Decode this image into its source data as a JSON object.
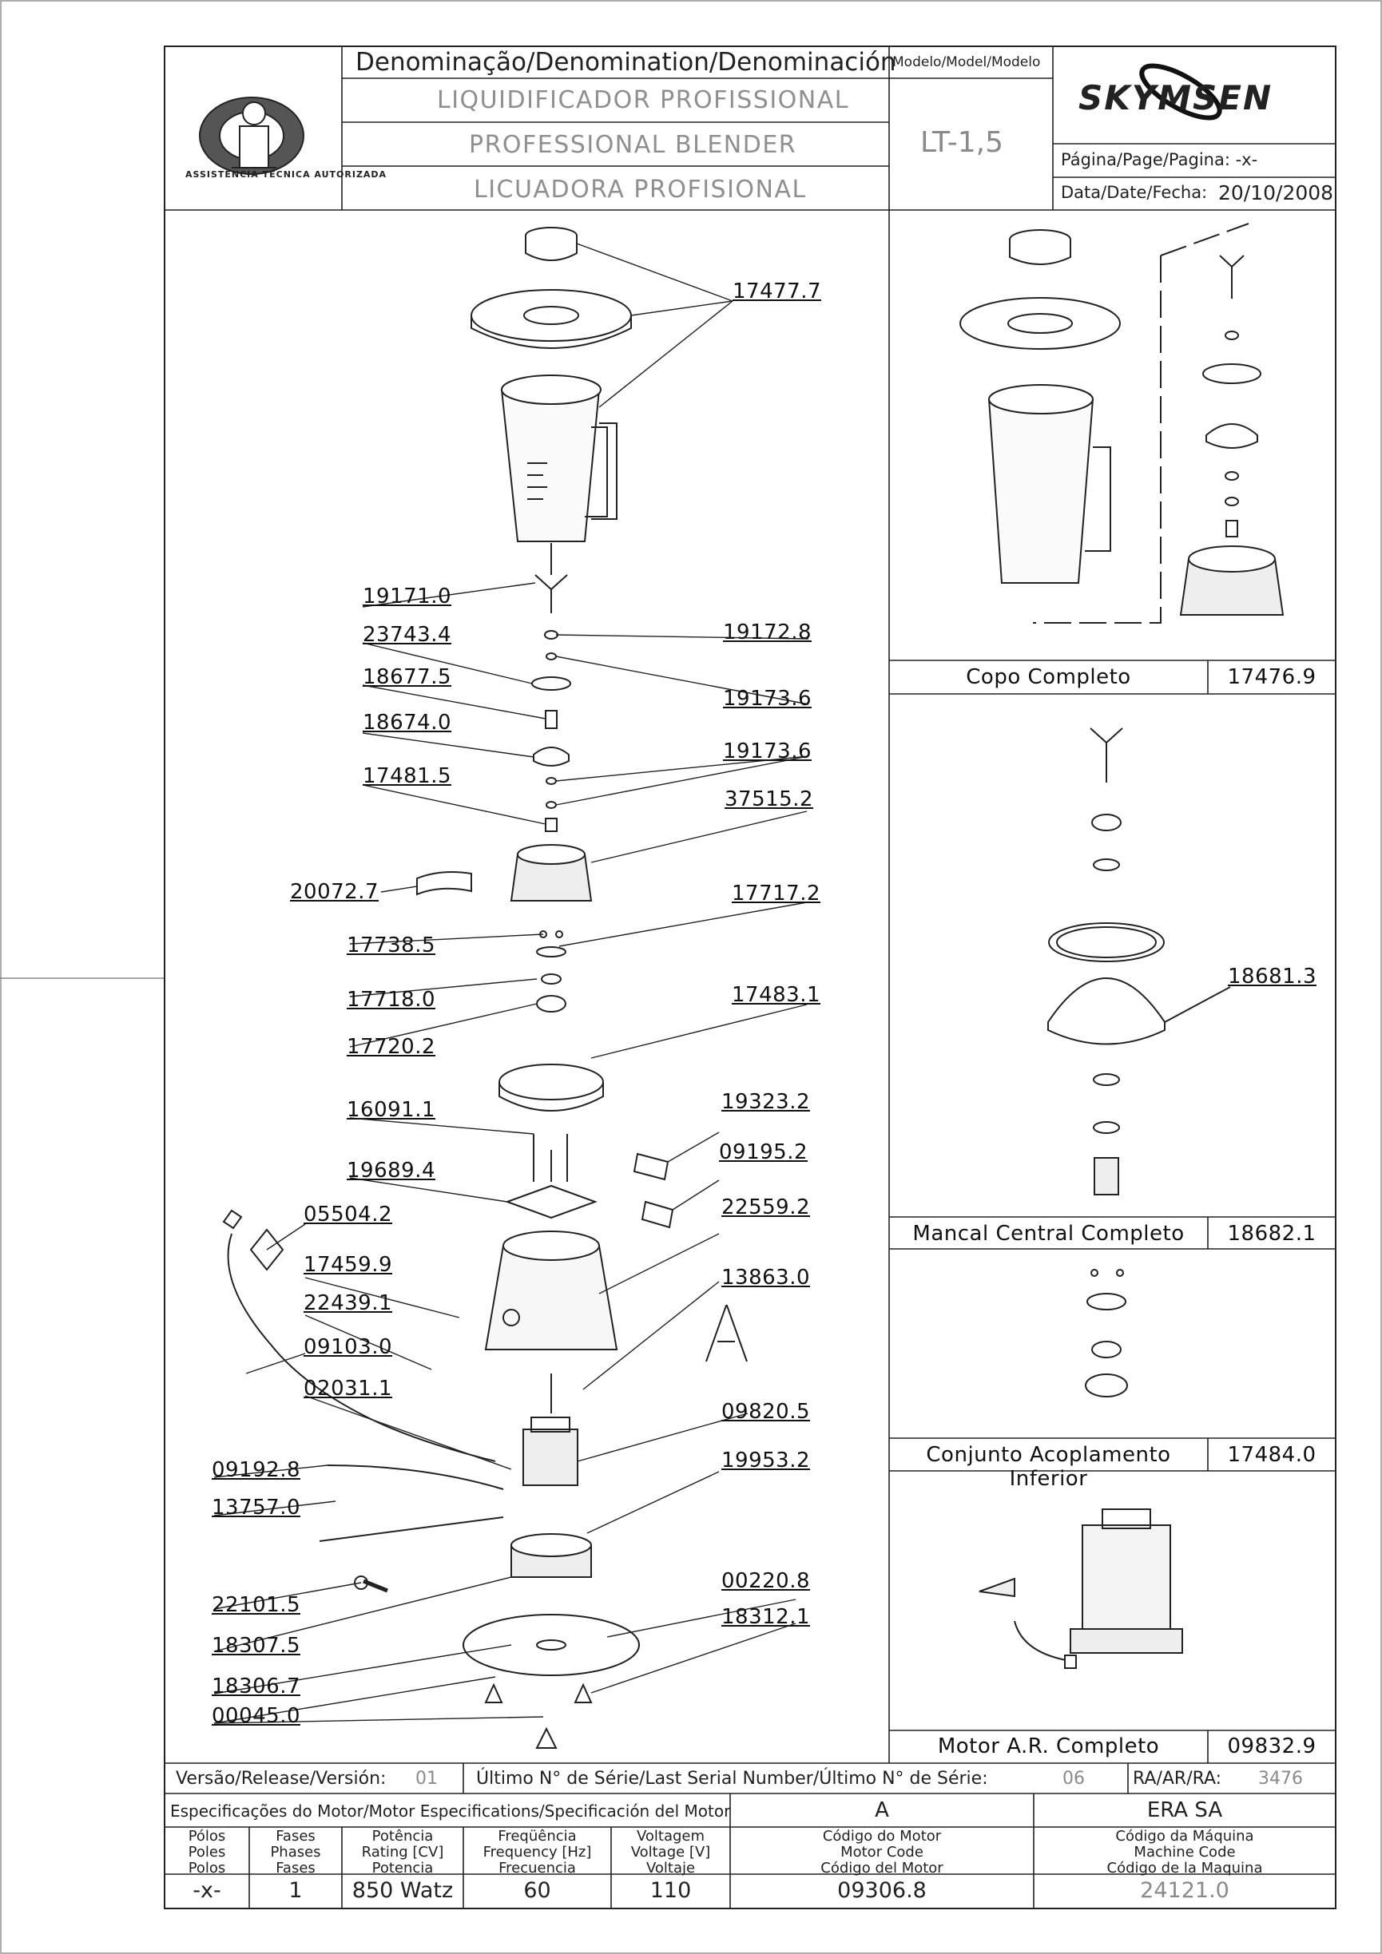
{
  "header": {
    "logo_arc_text": "ASSISTÊNCIA TÉCNICA AUTORIZADA",
    "denomination_label": "Denominação/Denomination/Denominación",
    "name_pt": "LIQUIDIFICADOR PROFISSIONAL",
    "name_en": "PROFESSIONAL BLENDER",
    "name_es": "LICUADORA PROFISIONAL",
    "model_label": "Modelo/Model/Modelo",
    "model_value": "LT-1,5",
    "brand": "SKYMSEN",
    "page_label": "Página/Page/Pagina: -x-",
    "date_label": "Data/Date/Fecha:",
    "date_value": "20/10/2008"
  },
  "exploded_parts": [
    "17477.7",
    "19171.0",
    "23743.4",
    "19172.8",
    "18677.5",
    "19173.6",
    "18674.0",
    "19173.6",
    "17481.5",
    "37515.2",
    "20072.7",
    "17717.2",
    "17738.5",
    "17718.0",
    "17483.1",
    "17720.2",
    "16091.1",
    "19323.2",
    "09195.2",
    "19689.4",
    "05504.2",
    "22559.2",
    "17459.9",
    "13863.0",
    "22439.1",
    "09103.0",
    "02031.1",
    "09820.5",
    "09192.8",
    "19953.2",
    "13757.0",
    "22101.5",
    "00220.8",
    "18307.5",
    "18312.1",
    "18306.7",
    "00045.0"
  ],
  "detail_marker": "A",
  "assemblies": [
    {
      "name": "Copo Completo",
      "code": "17476.9"
    },
    {
      "name": "Mancal Central Completo",
      "code": "18682.1"
    },
    {
      "name": "Conjunto Acoplamento Inferior",
      "code": "17484.0"
    },
    {
      "name": "Motor A.R. Completo",
      "code": "09832.9"
    }
  ],
  "bearing_part": "18681.3",
  "footer": {
    "version_label": "Versão/Release/Versión:",
    "version_value": "01",
    "serial_label": "Último N° de Série/Last Serial Number/Último N° de Série:",
    "serial_value": "06",
    "ra_label": "RA/AR/RA:",
    "ra_value": "3476",
    "spec_label": "Especificações do Motor/Motor Especifications/Specificación del Motor",
    "spec_a": "A",
    "spec_era": "ERA SA",
    "poles_label": "Pólos\nPoles\nPolos",
    "phases_label": "Fases\nPhases\nFases",
    "power_label": "Potência\nRating [CV]\nPotencia",
    "freq_label": "Freqüência\nFrequency [Hz]\nFrecuencia",
    "voltage_label": "Voltagem\nVoltage [V]\nVoltaje",
    "motor_code_label": "Código do Motor\nMotor Code\nCódigo del Motor",
    "machine_code_label": "Código da Máquina\nMachine Code\nCódigo de la Maquina",
    "poles": "-x-",
    "phases": "1",
    "power": "850 Watz",
    "frequency": "60",
    "voltage": "110",
    "motor_code": "09306.8",
    "machine_code": "24121.0"
  },
  "colors": {
    "line": "#222222",
    "grey_text": "#8a8a8a",
    "fill": "#f2f2f2"
  }
}
